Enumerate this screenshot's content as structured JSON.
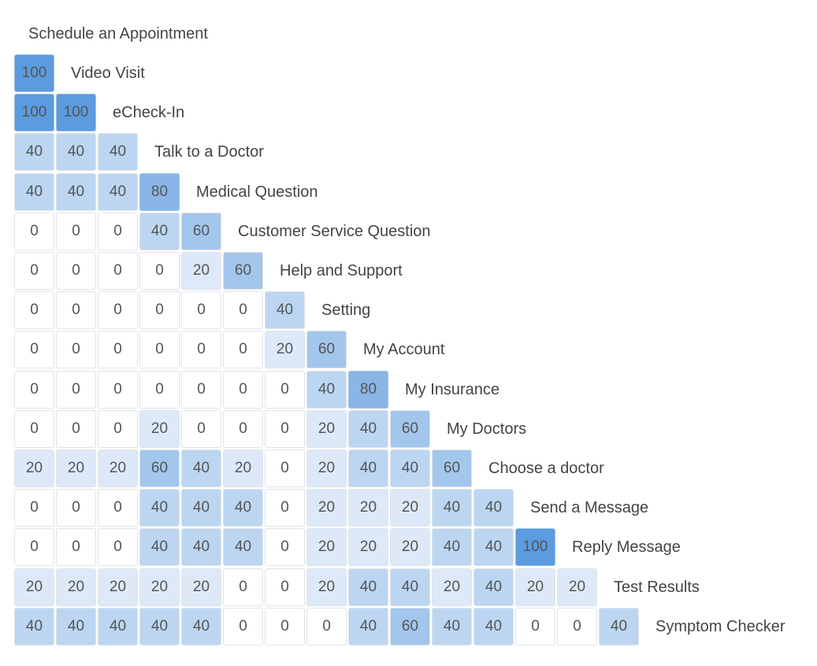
{
  "chart_data": {
    "type": "heatmap",
    "header_label": "Schedule an Appointment",
    "rows": [
      {
        "label": "Video Visit",
        "values": [
          100
        ]
      },
      {
        "label": "eCheck-In",
        "values": [
          100,
          100
        ]
      },
      {
        "label": "Talk to a Doctor",
        "values": [
          40,
          40,
          40
        ]
      },
      {
        "label": "Medical Question",
        "values": [
          40,
          40,
          40,
          80
        ]
      },
      {
        "label": "Customer Service Question",
        "values": [
          0,
          0,
          0,
          40,
          60
        ]
      },
      {
        "label": "Help and Support",
        "values": [
          0,
          0,
          0,
          0,
          20,
          60
        ]
      },
      {
        "label": "Setting",
        "values": [
          0,
          0,
          0,
          0,
          0,
          0,
          40
        ]
      },
      {
        "label": "My Account",
        "values": [
          0,
          0,
          0,
          0,
          0,
          0,
          20,
          60
        ]
      },
      {
        "label": "My Insurance",
        "values": [
          0,
          0,
          0,
          0,
          0,
          0,
          0,
          40,
          80
        ]
      },
      {
        "label": "My Doctors",
        "values": [
          0,
          0,
          0,
          20,
          0,
          0,
          0,
          20,
          40,
          60
        ]
      },
      {
        "label": "Choose a doctor",
        "values": [
          20,
          20,
          20,
          60,
          40,
          20,
          0,
          20,
          40,
          40,
          60
        ]
      },
      {
        "label": "Send a Message",
        "values": [
          0,
          0,
          0,
          40,
          40,
          40,
          0,
          20,
          20,
          20,
          40,
          40
        ]
      },
      {
        "label": "Reply Message",
        "values": [
          0,
          0,
          0,
          40,
          40,
          40,
          0,
          20,
          20,
          20,
          40,
          40,
          100
        ]
      },
      {
        "label": "Test Results",
        "values": [
          20,
          20,
          20,
          20,
          20,
          0,
          0,
          20,
          40,
          40,
          20,
          40,
          20,
          20
        ]
      },
      {
        "label": "Symptom Checker",
        "values": [
          40,
          40,
          40,
          40,
          40,
          0,
          0,
          0,
          40,
          60,
          40,
          40,
          0,
          0,
          40
        ]
      }
    ],
    "color_scale": {
      "0": "#ffffff",
      "20": "#dde9f8",
      "40": "#bcd6f1",
      "60": "#a3c6ec",
      "80": "#89b6e7",
      "100": "#5b9be0"
    }
  }
}
